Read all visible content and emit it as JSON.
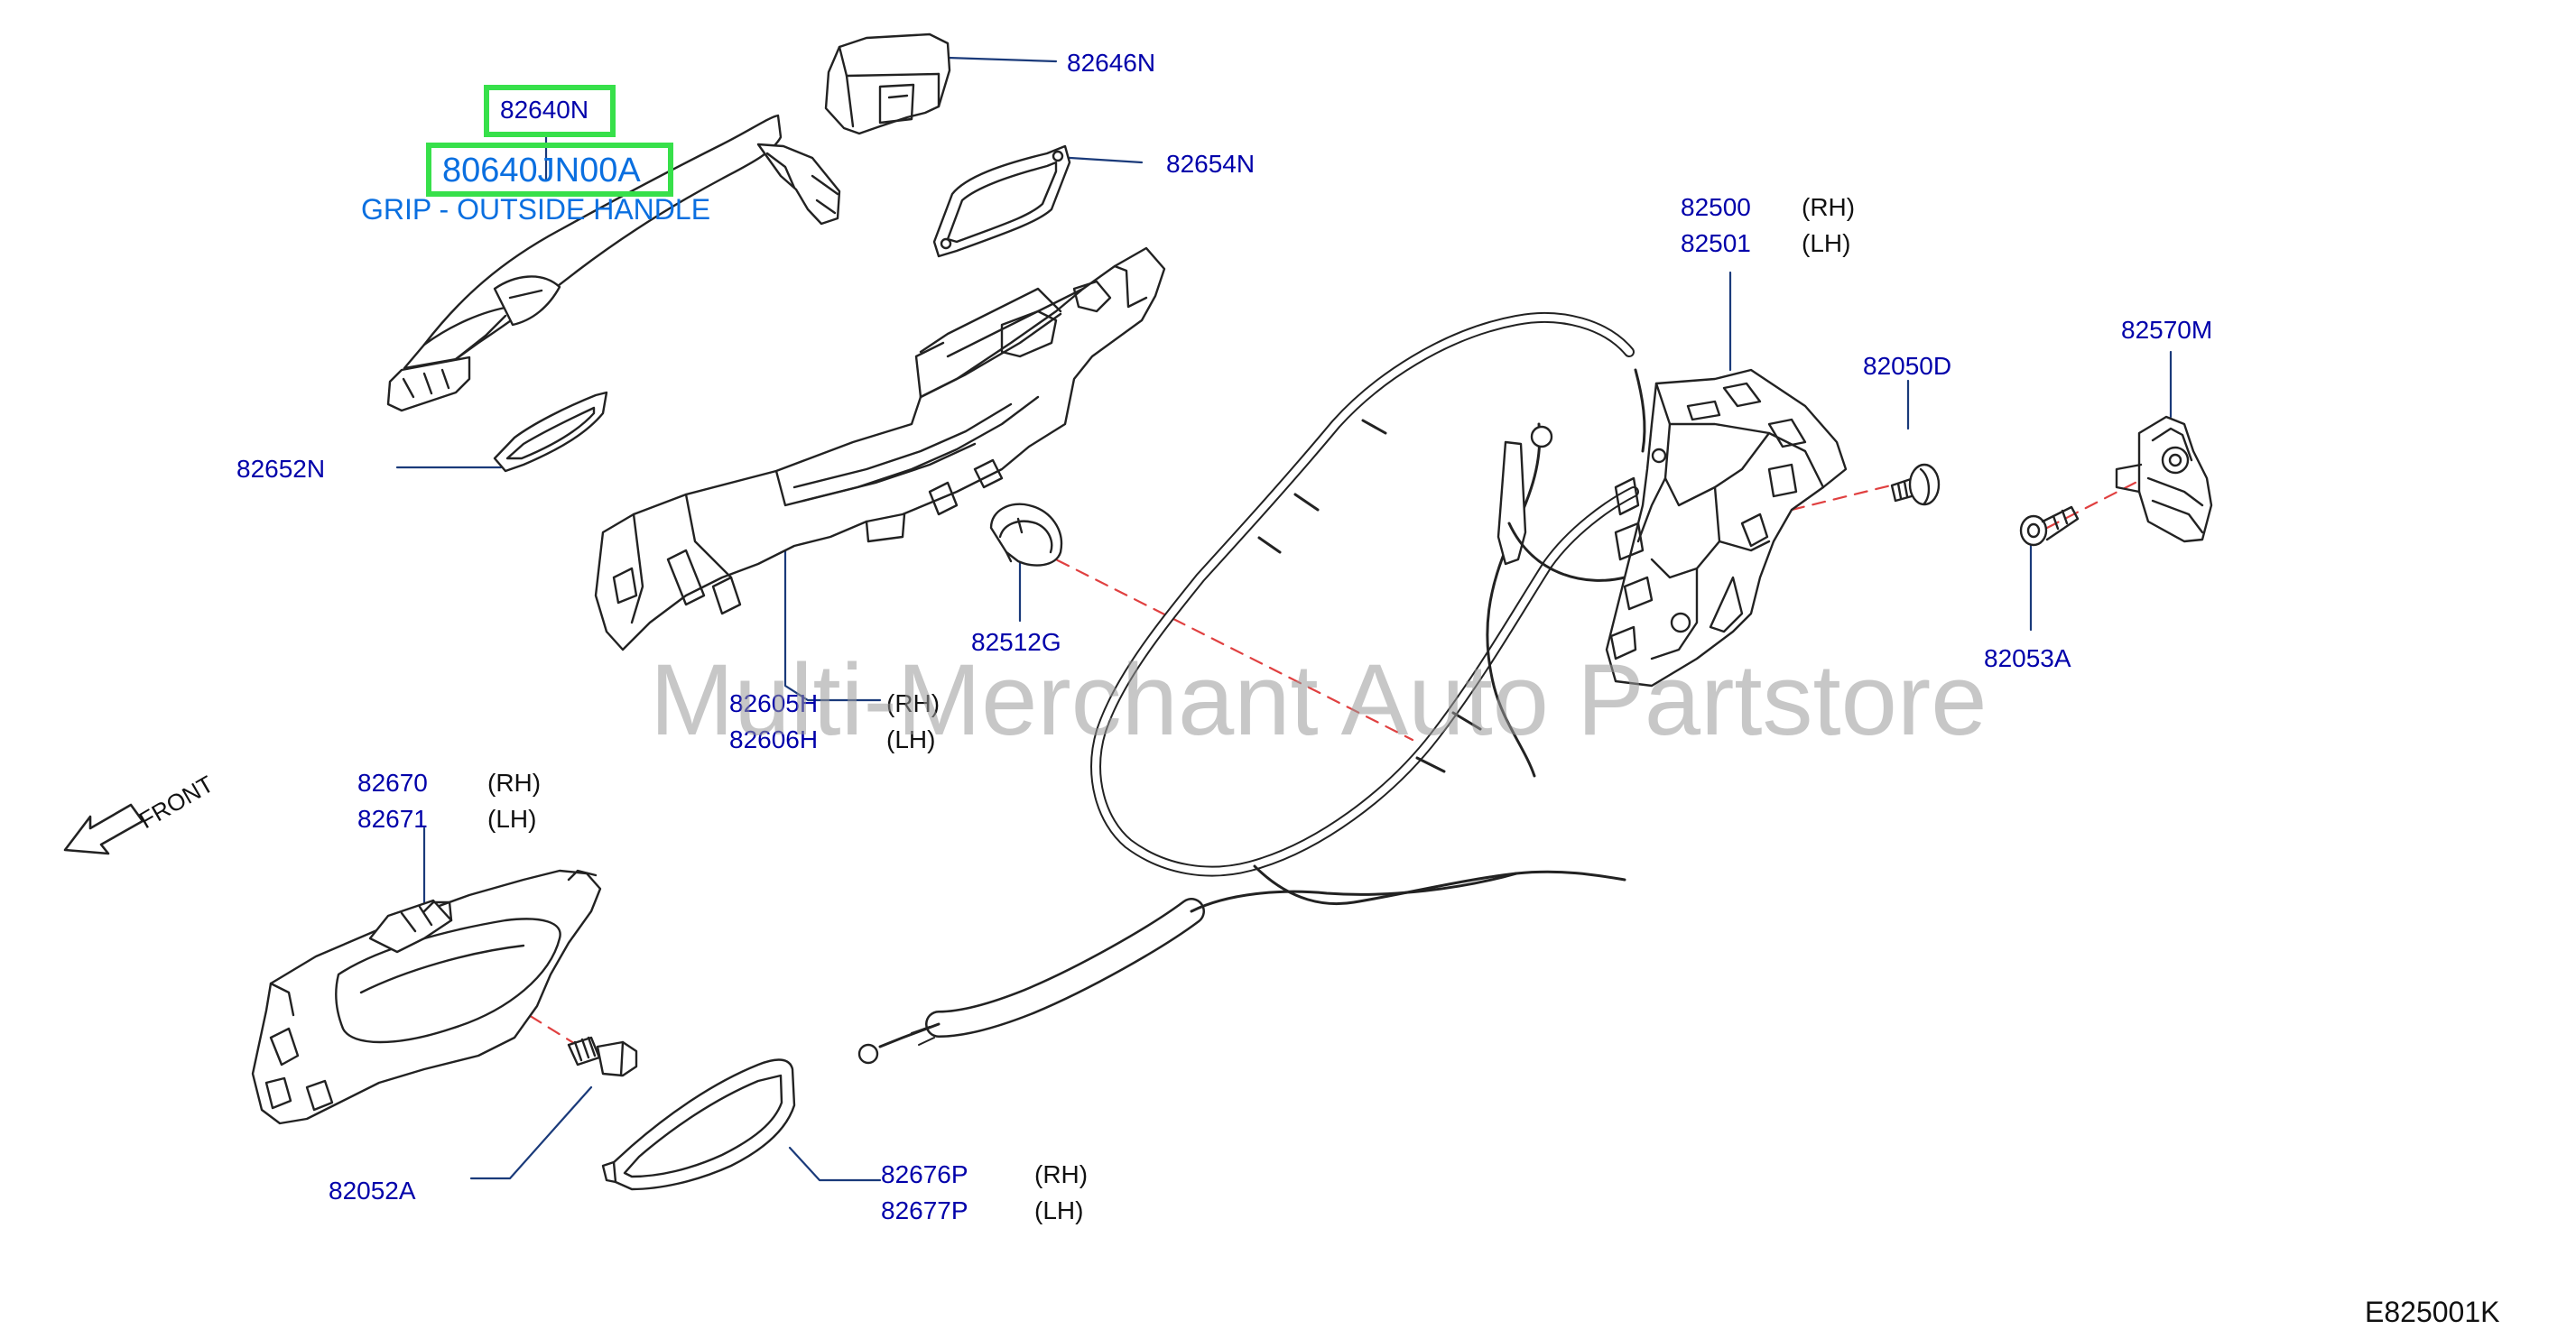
{
  "highlight": {
    "part_code": "82640N",
    "part_number": "80640JN00A",
    "part_name": "GRIP - OUTSIDE HANDLE",
    "box_color": "#37e04a",
    "text_color": "#0a6fe0"
  },
  "labels": {
    "p82646N": "82646N",
    "p82654N": "82654N",
    "p82652N": "82652N",
    "p82605H": "82605H",
    "p82606H": "82606H",
    "p82512G": "82512G",
    "p82500": "82500",
    "p82501": "82501",
    "p82050D": "82050D",
    "p82570M": "82570M",
    "p82053A": "82053A",
    "p82670": "82670",
    "p82671": "82671",
    "p82052A": "82052A",
    "p82676P": "82676P",
    "p82677P": "82677P"
  },
  "sides": {
    "rh": "(RH)",
    "lh": "(LH)"
  },
  "front_indicator": "FRONT",
  "watermark": "Multi-Merchant Auto Partstore",
  "diagram_id": "E825001K",
  "colors": {
    "label": "#0000aa",
    "leader": "#1a3a7a",
    "dash": "#e04040",
    "line": "#222222"
  }
}
